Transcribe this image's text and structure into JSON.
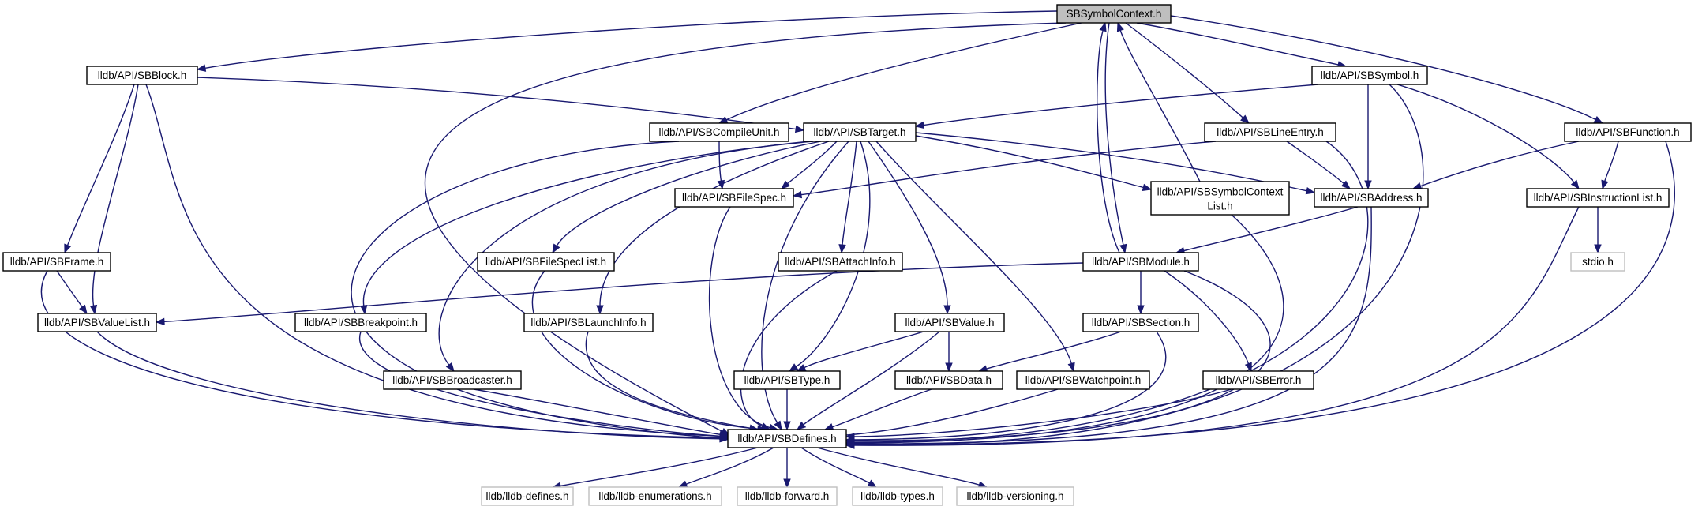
{
  "title": "SBSymbolContext.h",
  "nodes": {
    "SBSymbolContext": "SBSymbolContext.h",
    "SBBlock": "lldb/API/SBBlock.h",
    "SBSymbol": "lldb/API/SBSymbol.h",
    "SBCompileUnit": "lldb/API/SBCompileUnit.h",
    "SBTarget": "lldb/API/SBTarget.h",
    "SBLineEntry": "lldb/API/SBLineEntry.h",
    "SBFunction": "lldb/API/SBFunction.h",
    "SBFileSpec": "lldb/API/SBFileSpec.h",
    "SBSymbolContextList_1": "lldb/API/SBSymbolContext",
    "SBSymbolContextList_2": "List.h",
    "SBAddress": "lldb/API/SBAddress.h",
    "SBInstructionList": "lldb/API/SBInstructionList.h",
    "SBFrame": "lldb/API/SBFrame.h",
    "SBFileSpecList": "lldb/API/SBFileSpecList.h",
    "SBAttachInfo": "lldb/API/SBAttachInfo.h",
    "SBModule": "lldb/API/SBModule.h",
    "stdio": "stdio.h",
    "SBValueList": "lldb/API/SBValueList.h",
    "SBBreakpoint": "lldb/API/SBBreakpoint.h",
    "SBLaunchInfo": "lldb/API/SBLaunchInfo.h",
    "SBValue": "lldb/API/SBValue.h",
    "SBSection": "lldb/API/SBSection.h",
    "SBBroadcaster": "lldb/API/SBBroadcaster.h",
    "SBType": "lldb/API/SBType.h",
    "SBData": "lldb/API/SBData.h",
    "SBWatchpoint": "lldb/API/SBWatchpoint.h",
    "SBError": "lldb/API/SBError.h",
    "SBDefines": "lldb/API/SBDefines.h",
    "lldb_defines": "lldb/lldb-defines.h",
    "lldb_enumerations": "lldb/lldb-enumerations.h",
    "lldb_forward": "lldb/lldb-forward.h",
    "lldb_types": "lldb/lldb-types.h",
    "lldb_versioning": "lldb/lldb-versioning.h"
  },
  "colors": {
    "edge": "#191970",
    "root_fill": "#bfbfbf",
    "external_border": "#bfbfbf",
    "border": "#000000"
  }
}
